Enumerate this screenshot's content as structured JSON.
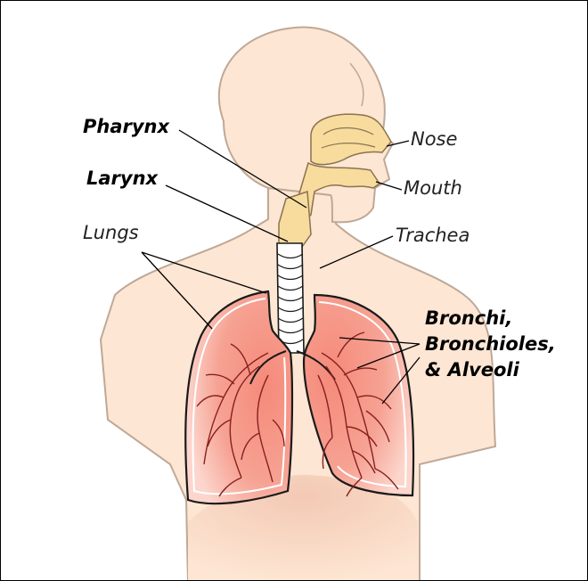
{
  "labels": {
    "pharynx": "Pharynx",
    "larynx": "Larynx",
    "lungs": "Lungs",
    "nose": "Nose",
    "mouth": "Mouth",
    "trachea": "Trachea",
    "bronchi_line1": "Bronchi,",
    "bronchi_line2": "Bronchioles,",
    "bronchi_line3": "& Alveoli"
  },
  "colors": {
    "skin": "#fde6d3",
    "skin_outline": "#bfa896",
    "airway": "#f7dc9e",
    "lung_fill": "#f6a293",
    "lung_highlight": "#fcd6cd",
    "lung_vessels": "#8a1f1f",
    "outline": "#1a1a1a",
    "leader_line": "#000000"
  }
}
